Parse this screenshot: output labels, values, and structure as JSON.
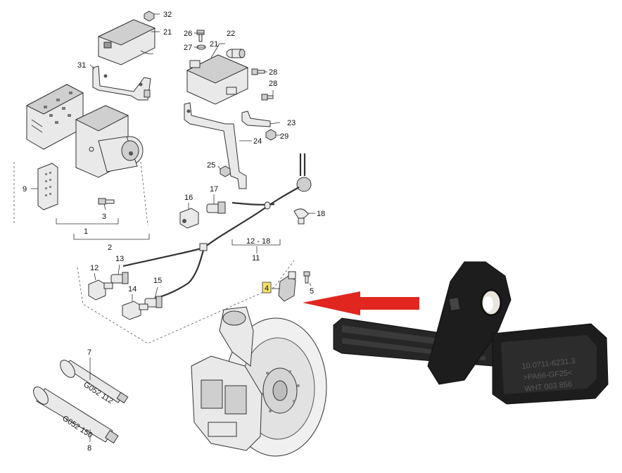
{
  "callouts": [
    {
      "id": "c32",
      "label": "32"
    },
    {
      "id": "c21a",
      "label": "21"
    },
    {
      "id": "c26",
      "label": "26"
    },
    {
      "id": "c27",
      "label": "27"
    },
    {
      "id": "c21b",
      "label": "21"
    },
    {
      "id": "c22",
      "label": "22"
    },
    {
      "id": "c31",
      "label": "31"
    },
    {
      "id": "c28a",
      "label": "28"
    },
    {
      "id": "c28b",
      "label": "28"
    },
    {
      "id": "c23",
      "label": "23"
    },
    {
      "id": "c29",
      "label": "29"
    },
    {
      "id": "c24",
      "label": "24"
    },
    {
      "id": "c25",
      "label": "25"
    },
    {
      "id": "c9",
      "label": "9"
    },
    {
      "id": "c16",
      "label": "16"
    },
    {
      "id": "c17",
      "label": "17"
    },
    {
      "id": "c18",
      "label": "18"
    },
    {
      "id": "c3",
      "label": "3"
    },
    {
      "id": "c1",
      "label": "1"
    },
    {
      "id": "c2",
      "label": "2"
    },
    {
      "id": "c12_18",
      "label": "12 - 18"
    },
    {
      "id": "c11",
      "label": "11"
    },
    {
      "id": "c13",
      "label": "13"
    },
    {
      "id": "c12",
      "label": "12"
    },
    {
      "id": "c15",
      "label": "15"
    },
    {
      "id": "c14",
      "label": "14"
    },
    {
      "id": "c4",
      "label": "4"
    },
    {
      "id": "c5",
      "label": "5"
    },
    {
      "id": "c7",
      "label": "7"
    },
    {
      "id": "c8",
      "label": "8"
    }
  ],
  "tubes": {
    "top_label": "G052 112",
    "bottom_label": "G052 150"
  },
  "sensor_photo": {
    "marking_line1": "10.0711-6231.3",
    "marking_line2": ">PA66-GF25<",
    "marking_line3": "WHT 003 856"
  },
  "colors": {
    "arrow": "#e0261f",
    "highlight": "#f3e26a",
    "sensor_body": "#1d1d1d"
  }
}
